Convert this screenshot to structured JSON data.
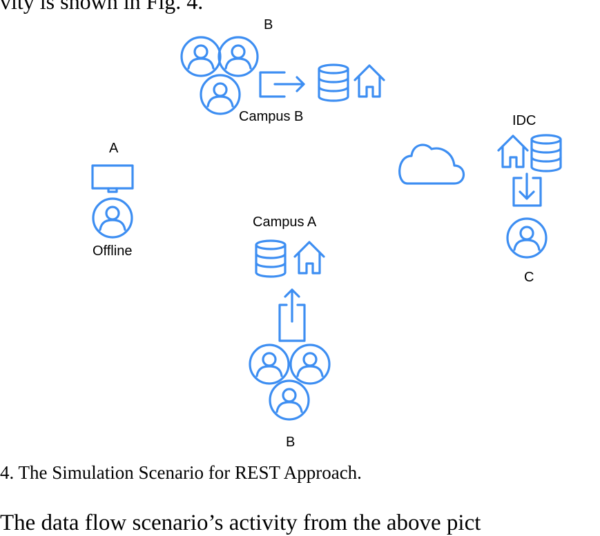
{
  "page": {
    "top_text": "vity is shown in Fig. 4.",
    "caption": "4.   The Simulation Scenario for REST Approach.",
    "bottom_text": "The data flow scenario’s activity from the above pict"
  },
  "figure": {
    "labels": {
      "b_top": "B",
      "campus_b": "Campus B",
      "a": "A",
      "offline": "Offline",
      "idc": "IDC",
      "campus_a": "Campus A",
      "c": "C",
      "b_bottom": "B"
    },
    "icon_color": "#3d8ef2"
  }
}
